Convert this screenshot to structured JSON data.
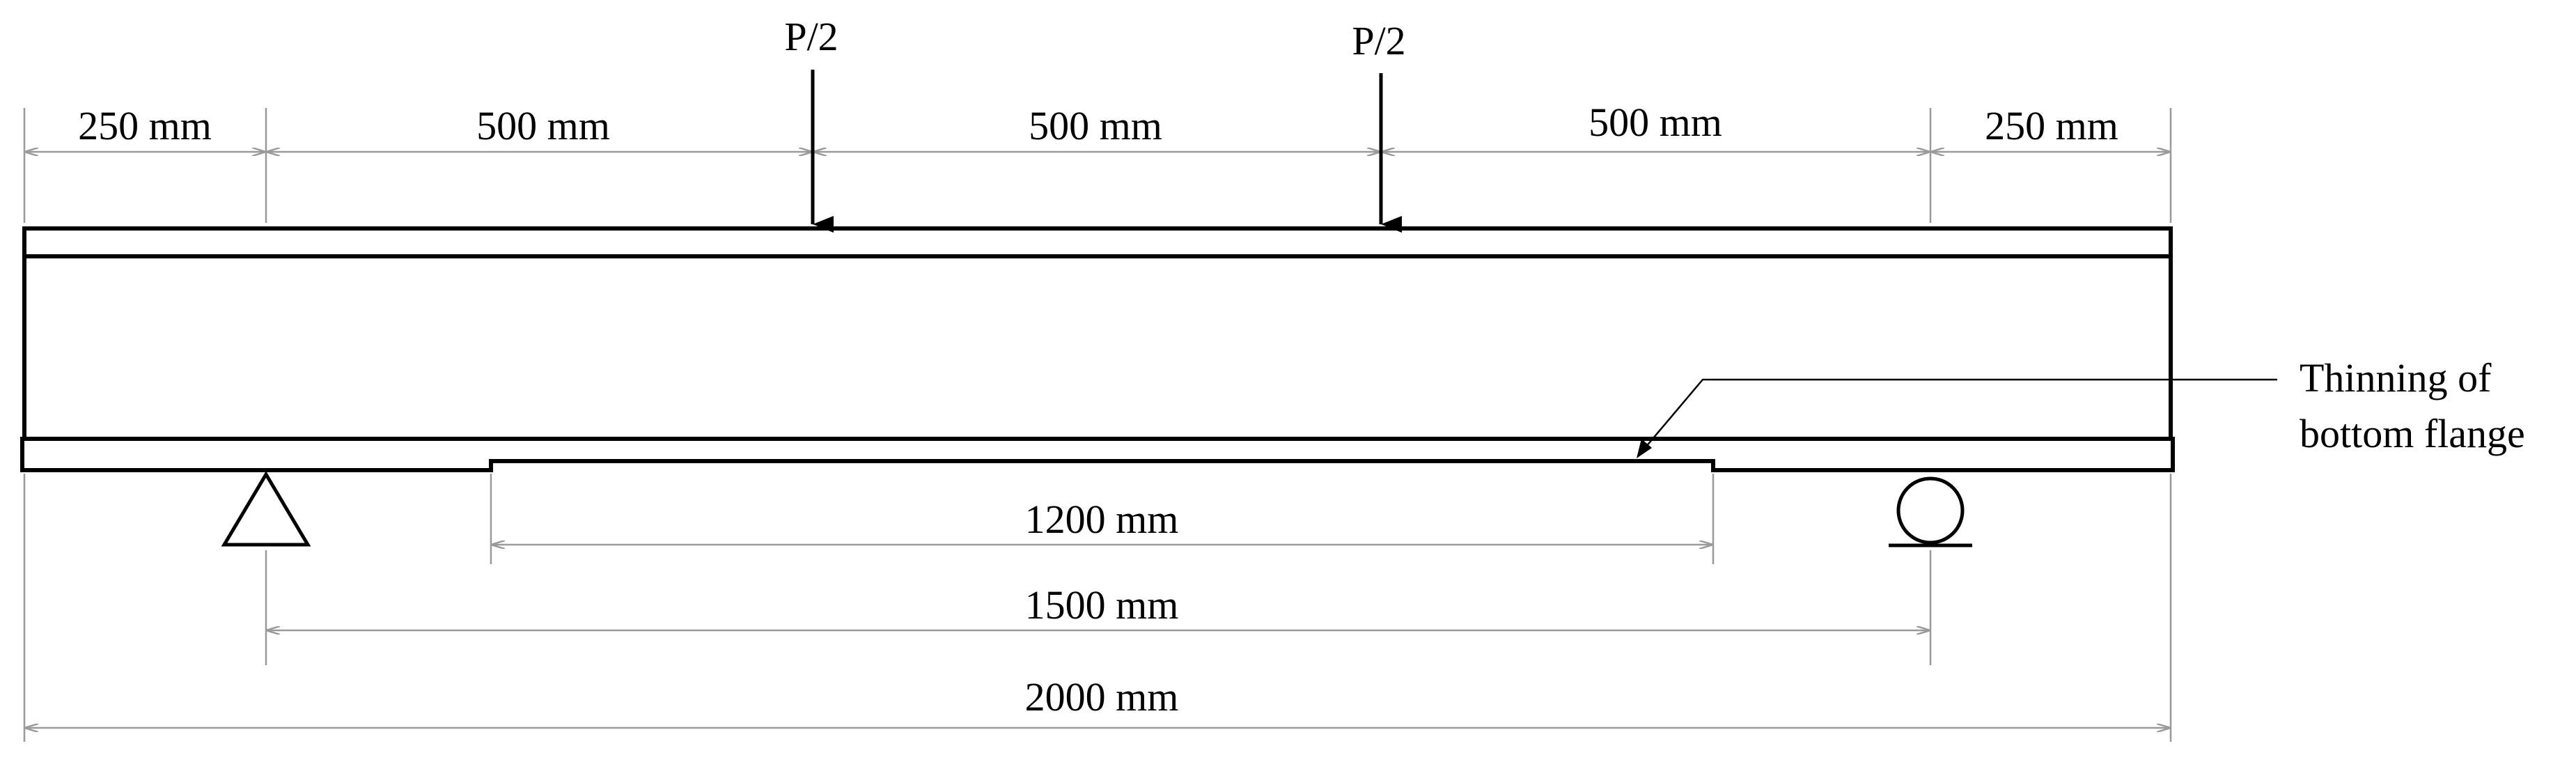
{
  "loads": {
    "left_label": "P/2",
    "right_label": "P/2"
  },
  "dimensions": {
    "top_seg1": "250 mm",
    "top_seg2": "500 mm",
    "top_seg3": "500 mm",
    "top_seg4": "500 mm",
    "top_seg5": "250 mm",
    "thinning_length": "1200 mm",
    "support_span": "1500 mm",
    "total_length": "2000 mm"
  },
  "annotation": {
    "line1": "Thinning of",
    "line2": "bottom flange"
  }
}
